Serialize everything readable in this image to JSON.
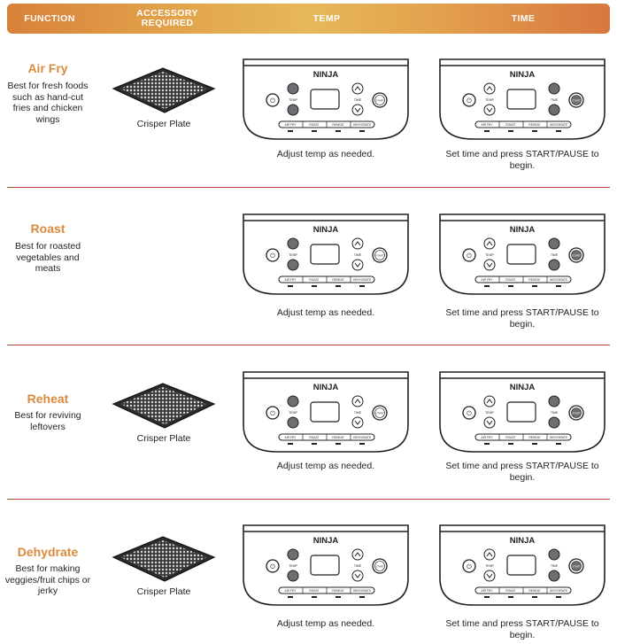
{
  "header": {
    "function": "FUNCTION",
    "accessory": "ACCESSORY REQUIRED",
    "temp": "TEMP",
    "time": "TIME"
  },
  "panel": {
    "brand": "NINJA",
    "temp_label": "TEMP",
    "time_label": "TIME",
    "start_label": "START PAUSE",
    "functions": [
      "AIR FRY",
      "ROAST",
      "REHEAT",
      "DEHYDRATE"
    ]
  },
  "rows": [
    {
      "name": "Air Fry",
      "description": "Best for fresh foods such as hand-cut fries and chicken wings",
      "accessory": "Crisper Plate",
      "temp_caption": "Adjust temp as needed.",
      "time_caption": "Set time and press START/PAUSE to begin."
    },
    {
      "name": "Roast",
      "description": "Best for roasted vegetables and meats",
      "accessory": "",
      "temp_caption": "Adjust temp as needed.",
      "time_caption": "Set time and press START/PAUSE to begin."
    },
    {
      "name": "Reheat",
      "description": "Best for reviving leftovers",
      "accessory": "Crisper Plate",
      "temp_caption": "Adjust temp as needed.",
      "time_caption": "Set time and press START/PAUSE to begin."
    },
    {
      "name": "Dehydrate",
      "description": "Best for making veggies/fruit chips or jerky",
      "accessory": "Crisper Plate",
      "temp_caption": "Adjust temp as needed.",
      "time_caption": "Set time and press START/PAUSE to begin."
    }
  ]
}
